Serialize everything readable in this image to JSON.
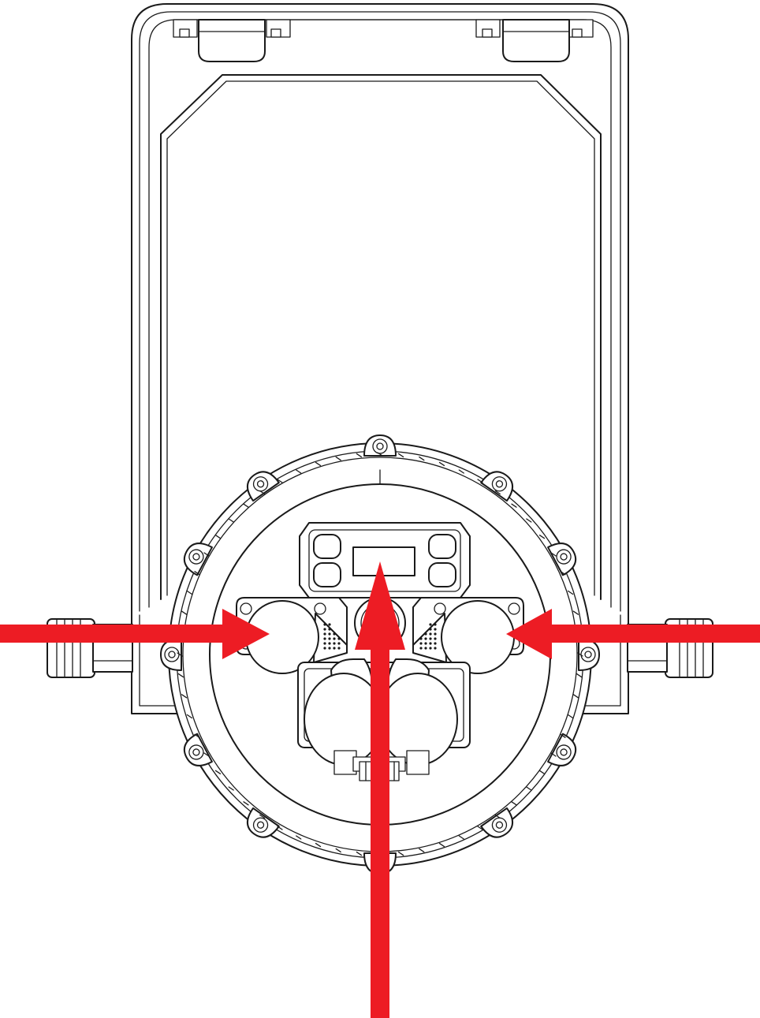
{
  "figure": {
    "line_color": "#1a1a1a",
    "arrow_color": "#ed1c24",
    "background_color": "#ffffff"
  },
  "callouts": [
    {
      "name": "arrow-left",
      "target": "left-round-connector",
      "color": "#ed1c24"
    },
    {
      "name": "arrow-right",
      "target": "right-round-connector",
      "color": "#ed1c24"
    },
    {
      "name": "arrow-bottom",
      "target": "dual-center-connectors",
      "color": "#ed1c24"
    }
  ],
  "icons": {
    "yoke": "yoke-bracket-icon",
    "housing": "round-housing-icon",
    "display": "lcd-display-icon",
    "left_connector": "round-connector-icon",
    "right_connector": "round-connector-icon",
    "center_gland": "cable-gland-icon",
    "power_connectors": "power-connector-icon"
  }
}
